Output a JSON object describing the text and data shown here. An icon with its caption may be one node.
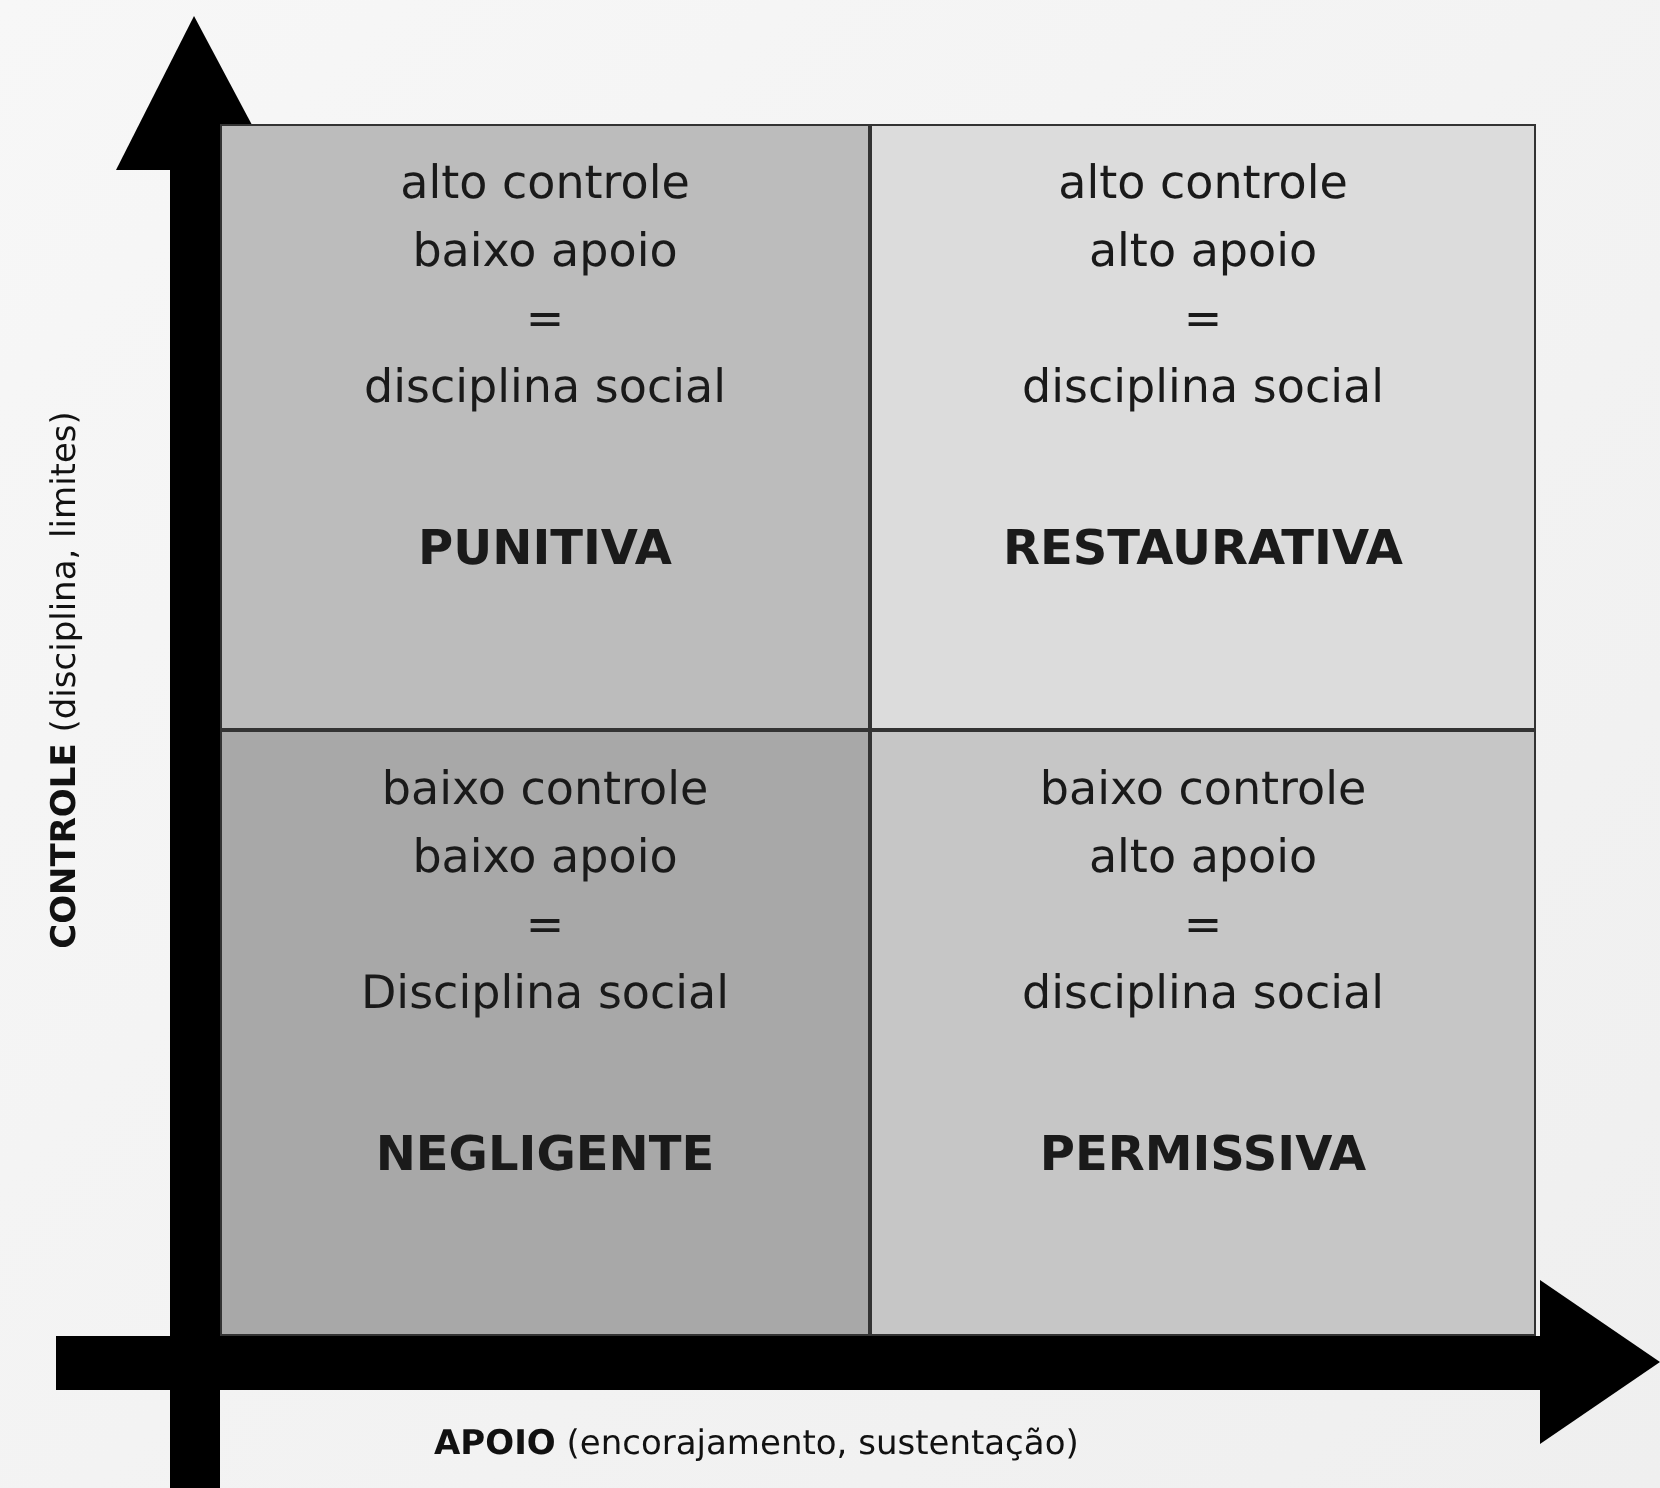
{
  "diagram": {
    "nodes": [
      {
        "text": [
          "alto controle",
          "baixo apoio",
          "=",
          "disciplina social",
          "PUNITIVA"
        ]
      },
      {
        "text": [
          "alto controle",
          "alto apoio",
          "=",
          "disciplina social",
          "RESTAURATIVA"
        ]
      },
      {
        "text": [
          "baixo controle",
          "baixo apoio",
          "=",
          "Disciplina social",
          "NEGLIGENTE"
        ]
      },
      {
        "text": [
          "baixo controle",
          "alto apoio",
          "=",
          "disciplina social",
          "PERMISSIVA"
        ]
      }
    ],
    "labels": [
      "**CONTROLE** (disciplina, limites)",
      "**APOIO** (encorajamento, sustentação)"
    ]
  }
}
